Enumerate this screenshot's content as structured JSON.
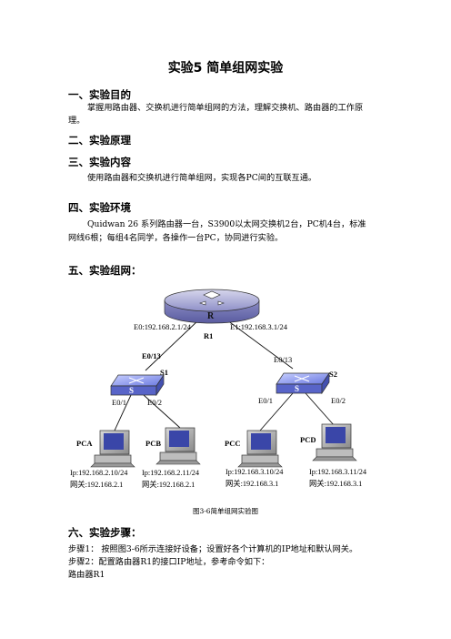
{
  "doc": {
    "title": "实验5  简单组网实验",
    "s1": {
      "heading": "一、实验目的",
      "line1": "掌握用路由器、交换机进行简单组网的方法，理解交换机、路由器的工作原",
      "line2": "理。"
    },
    "s2": {
      "heading": "二、实验原理"
    },
    "s3": {
      "heading": "三、实验内容",
      "line1": "使用路由器和交换机进行简单组网，实现各PC间的互联互通。"
    },
    "s4": {
      "heading": "四、实验环境",
      "line1": "Quidwan 26  系列路由器一台，S3900以太网交换机2台，PC机4台，标准",
      "line2": "网线6根；每组4名同学，各操作一台PC，协同进行实验。"
    },
    "s5": {
      "heading": "五、实验组网："
    },
    "diagram": {
      "router_name": "R1",
      "router_letter": "R",
      "router_if_left": "E0:192.168.2.1/24",
      "router_if_right": "E1:192.168.3.1/24",
      "s1": {
        "name": "S1",
        "letter": "S",
        "uplink": "E0/13",
        "port1": "E0/1",
        "port2": "E0/2"
      },
      "s2": {
        "name": "S2",
        "letter": "S",
        "uplink": "E0/13",
        "port1": "E0/1",
        "port2": "E0/2"
      },
      "pca": {
        "name": "PCA",
        "ip": "Ip:192.168.2.10/24",
        "gw": "网关:192.168.2.1"
      },
      "pcb": {
        "name": "PCB",
        "ip": "Ip:192.168.2.11/24",
        "gw": "网关:192.168.2.1"
      },
      "pcc": {
        "name": "PCC",
        "ip": "Ip:192.168.3.10/24",
        "gw": "网关:192.168.3.1"
      },
      "pcd": {
        "name": "PCD",
        "ip": "Ip:192.168.3.11/24",
        "gw": "网关:192.168.3.1"
      },
      "caption": "图3-6简单组网实验图"
    },
    "s6": {
      "heading": "六、实验步骤：",
      "step1": "步骤1：  按照图3-6所示连接好设备；设置好各个计算机的IP地址和默认网关。",
      "step2": "步骤2：配置路由器R1的接口IP地址，参考命令如下：",
      "line3": "路由器R1"
    }
  }
}
